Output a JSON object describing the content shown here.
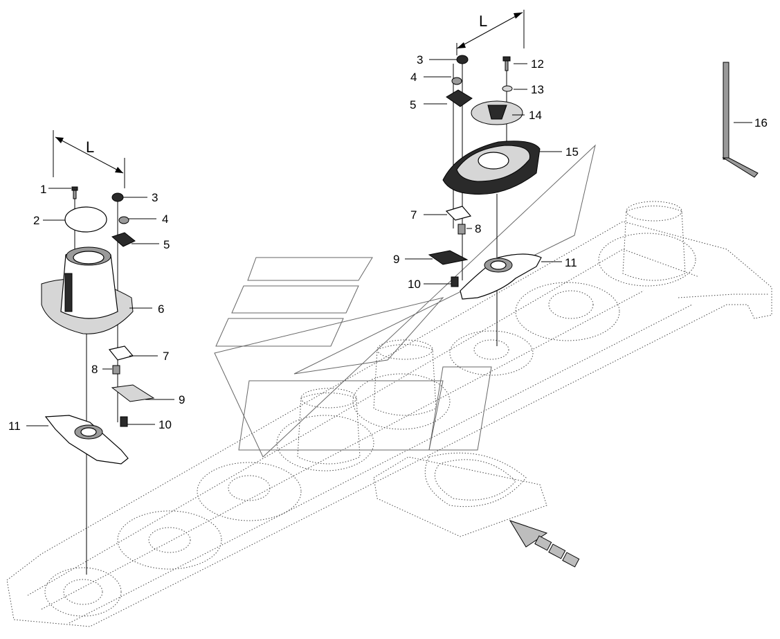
{
  "dimension_label": "L",
  "callouts_left": {
    "c1": "1",
    "c2": "2",
    "c3": "3",
    "c4": "4",
    "c5": "5",
    "c6": "6",
    "c7": "7",
    "c8": "8",
    "c9": "9",
    "c10": "10",
    "c11": "11"
  },
  "callouts_right": {
    "c3": "3",
    "c4": "4",
    "c5": "5",
    "c7": "7",
    "c8": "8",
    "c9": "9",
    "c10": "10",
    "c11": "11",
    "c12": "12",
    "c13": "13",
    "c14": "14",
    "c15": "15",
    "c16": "16"
  }
}
